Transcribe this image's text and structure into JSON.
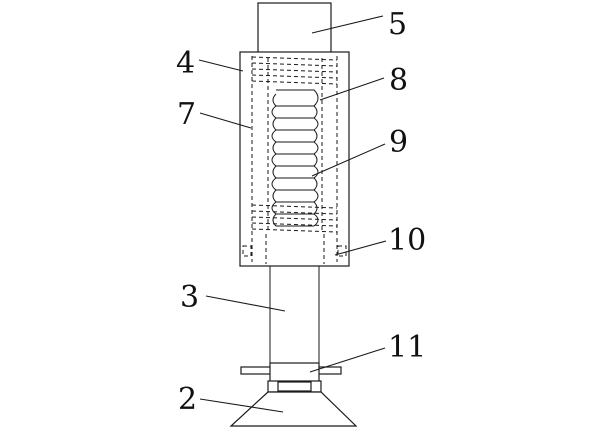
{
  "callouts": [
    {
      "id": "5",
      "text": "5"
    },
    {
      "id": "4",
      "text": "4"
    },
    {
      "id": "8",
      "text": "8"
    },
    {
      "id": "7",
      "text": "7"
    },
    {
      "id": "9",
      "text": "9"
    },
    {
      "id": "10",
      "text": "10"
    },
    {
      "id": "3",
      "text": "3"
    },
    {
      "id": "11",
      "text": "11"
    },
    {
      "id": "2",
      "text": "2"
    }
  ]
}
